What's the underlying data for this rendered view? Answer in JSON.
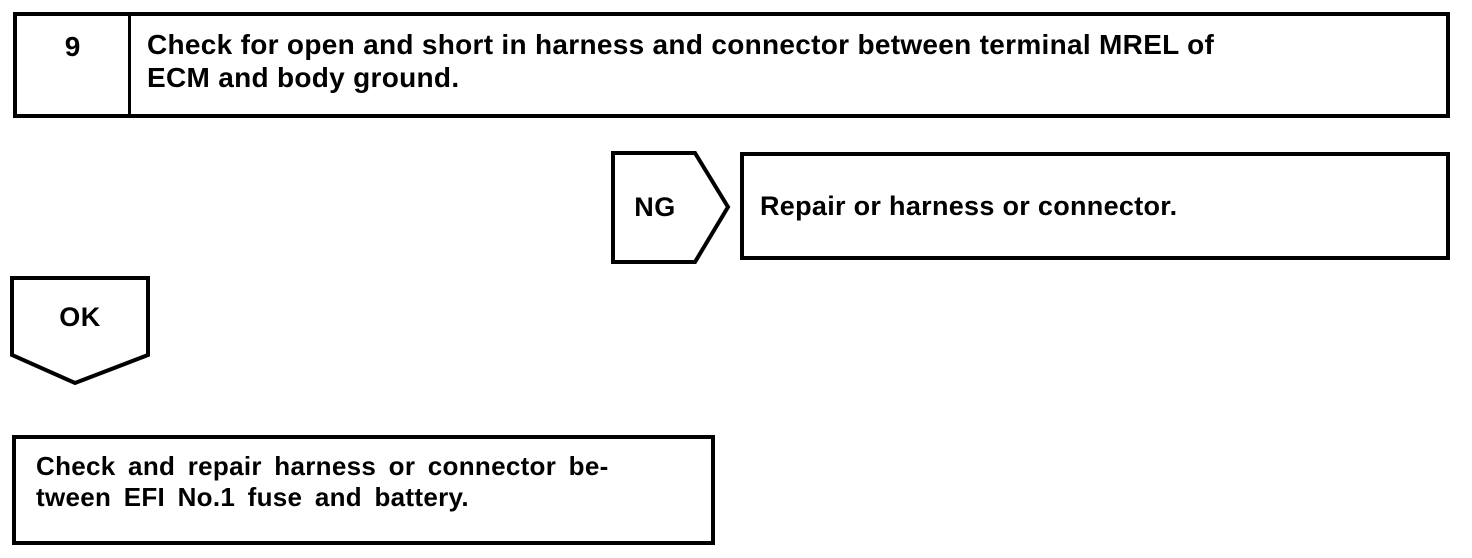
{
  "colors": {
    "ink": "#000000",
    "paper": "#ffffff"
  },
  "flowchart": {
    "step_box": {
      "number": "9",
      "instruction_lines": [
        "Check for open and short in harness and connector between terminal MREL of",
        "ECM and body ground."
      ]
    },
    "ng_branch": {
      "label": "NG",
      "action": "Repair or harness or connector."
    },
    "ok_branch": {
      "label": "OK"
    },
    "result_box": {
      "lines": [
        "Check and repair harness or connector be-",
        "tween EFI No.1 fuse and battery."
      ]
    }
  }
}
